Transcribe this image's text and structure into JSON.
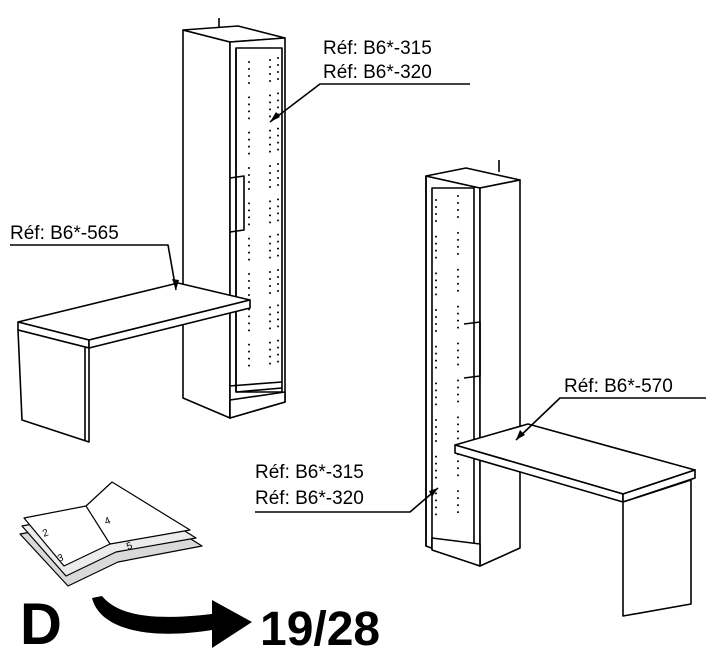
{
  "labels": {
    "tower_left_ref_a": "Réf: B6*-315",
    "tower_left_ref_b": "Réf: B6*-320",
    "desk_left_ref": "Réf: B6*-565",
    "desk_right_ref": "Réf: B6*-570",
    "tower_right_ref_a": "Réf: B6*-315",
    "tower_right_ref_b": "Réf: B6*-320"
  },
  "booklet": {
    "page_numbers": [
      "2",
      "3",
      "4",
      "5"
    ]
  },
  "footer": {
    "section_letter": "D",
    "page_ref": "19/28"
  },
  "colors": {
    "ink": "#000000",
    "paper": "#ffffff",
    "booklet_shade": "#d9d9d9"
  }
}
